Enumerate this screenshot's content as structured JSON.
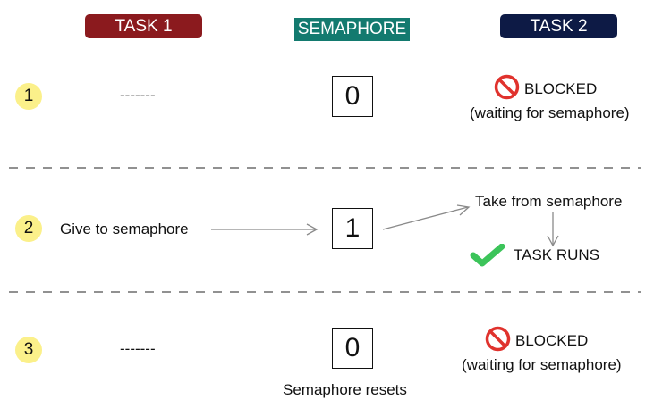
{
  "headers": {
    "task1": "TASK 1",
    "semaphore": "SEMAPHORE",
    "task2": "TASK 2"
  },
  "colors": {
    "task1_header": "#8b1a1e",
    "semaphore_header": "#137a6f",
    "task2_header": "#0d1a45",
    "step_circle": "#fbf08a",
    "blocked_icon": "#e0322d",
    "check_icon": "#3cc45a",
    "arrow": "#8a8a8a",
    "divider": "#6d6d6d"
  },
  "rows": [
    {
      "number": "1",
      "task1": "-------",
      "semaphore_value": "0",
      "task2_status": "BLOCKED",
      "task2_note": "(waiting for semaphore)",
      "task2_icon": "blocked-icon"
    },
    {
      "number": "2",
      "task1": "Give to semaphore",
      "semaphore_value": "1",
      "task2_action": "Take from semaphore",
      "task2_status": "TASK RUNS",
      "task2_icon": "check-icon"
    },
    {
      "number": "3",
      "task1": "-------",
      "semaphore_value": "0",
      "semaphore_note": "Semaphore resets",
      "task2_status": "BLOCKED",
      "task2_note": "(waiting for semaphore)",
      "task2_icon": "blocked-icon"
    }
  ]
}
